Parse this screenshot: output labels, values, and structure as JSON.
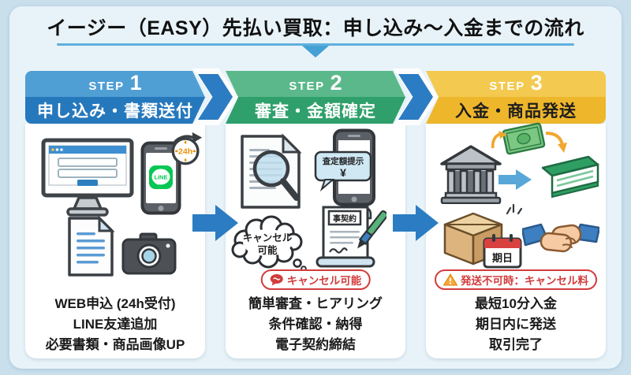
{
  "title": "イージー（EASY）先払い買取：申し込み〜入金までの流れ",
  "colors": {
    "background": "#c9dfec",
    "panel": "#e8f3f9",
    "step1_light": "#4f9fd4",
    "step1_dark": "#2678bd",
    "step2_light": "#5bb88a",
    "step2_dark": "#2fa06b",
    "step3_light": "#f3c94f",
    "step3_dark": "#eeb62b",
    "arrow_blue": "#2b7cc2",
    "alert_red": "#d23c3c",
    "line_green": "#06c755",
    "underline_blue": "#5fb0dc"
  },
  "steps": [
    {
      "step_label": "STEP",
      "step_number": "1",
      "heading": "申し込み・書類送付",
      "lines": [
        "WEB申込 (24h受付)",
        "LINE友達追加",
        "必要書類・商品画像UP"
      ],
      "icons": {
        "clock_badge": "24h",
        "line_app": "LINE"
      }
    },
    {
      "step_label": "STEP",
      "step_number": "2",
      "heading": "審査・金額確定",
      "pill_label": "キャンセル可能",
      "lines": [
        "簡単審査・ヒアリング",
        "条件確認・納得",
        "電子契約締結"
      ],
      "icons": {
        "quote_bubble_text": "査定額提示",
        "quote_bubble_symbol": "¥",
        "cloud_line1": "キャンセル",
        "cloud_line2": "可能",
        "contract_label": "事契約"
      }
    },
    {
      "step_label": "STEP",
      "step_number": "3",
      "heading": "入金・商品発送",
      "pill_label": "発送不可時：キャンセル料",
      "lines": [
        "最短10分入金",
        "期日内に発送",
        "取引完了"
      ],
      "icons": {
        "calendar_label": "期日"
      }
    }
  ]
}
